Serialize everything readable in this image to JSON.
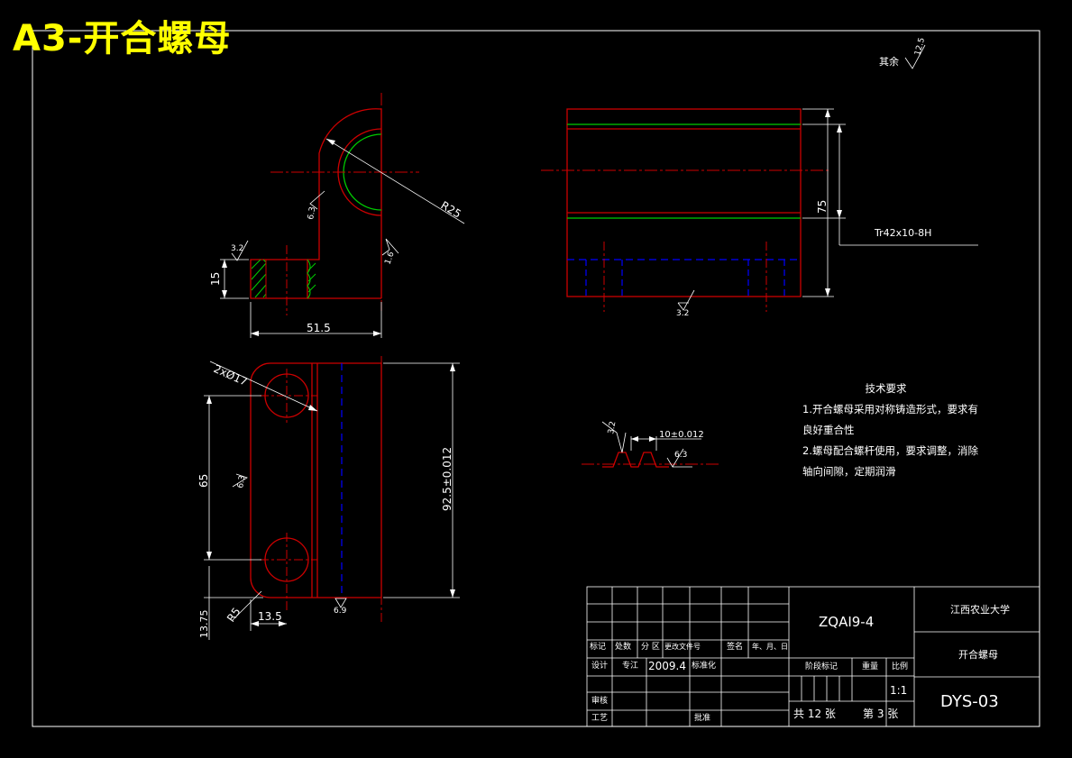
{
  "title": "A3-开合螺母",
  "roughness_note": {
    "label": "其余",
    "value": "12.5"
  },
  "side_view": {
    "radius_label": "R25",
    "dim_width": "51.5",
    "dim_height": "15",
    "roughness": [
      "3.2",
      "6.3",
      "1.6"
    ]
  },
  "front_view": {
    "dim_height": "75",
    "thread_spec": "Tr42x10-8H",
    "roughness": "3.2"
  },
  "bottom_view": {
    "holes_label": "2xØ17",
    "dim_hole_spacing": "65",
    "dim_length": "92.5±0.012",
    "dim_offset": "13.75",
    "dim_hole_x": "13.5",
    "radius_label": "R5",
    "roughness": [
      "6.3",
      "6.9"
    ]
  },
  "detail_view": {
    "dim_slot": "10±0.012",
    "roughness": [
      "3.2",
      "6.3"
    ]
  },
  "technical_requirements": {
    "heading": "技术要求",
    "items": [
      "1.开合螺母采用对称铸造形式，要求有良好重合性",
      "2.螺母配合螺杆使用，要求调整，消除轴向间隙，定期润滑"
    ]
  },
  "title_block": {
    "drawing_code": "ZQAI9-4",
    "school": "江西农业大学",
    "part_name": "开合螺母",
    "drawing_number": "DYS-03",
    "scale": "1:1",
    "total_sheets": "共 12 张",
    "sheet_no": "第 3 张",
    "headers": [
      "标记",
      "处数",
      "分 区",
      "更改文件号",
      "签名",
      "年、月、日"
    ],
    "design_label": "设计",
    "designer": "专江",
    "date": "2009.4",
    "standard_label": "标准化",
    "review_label": "审核",
    "process_label": "工艺",
    "approve_label": "批准",
    "stage_label": "阶段标记",
    "weight_label": "重量",
    "scale_label": "比例"
  },
  "colors": {
    "background": "#000000",
    "outline": "#cc0000",
    "centerline": "#cc0000",
    "thread": "#00cc00",
    "hidden": "#0000ff",
    "hatch": "#00cc00",
    "dimension": "#ffffff",
    "title": "#ffff00"
  }
}
